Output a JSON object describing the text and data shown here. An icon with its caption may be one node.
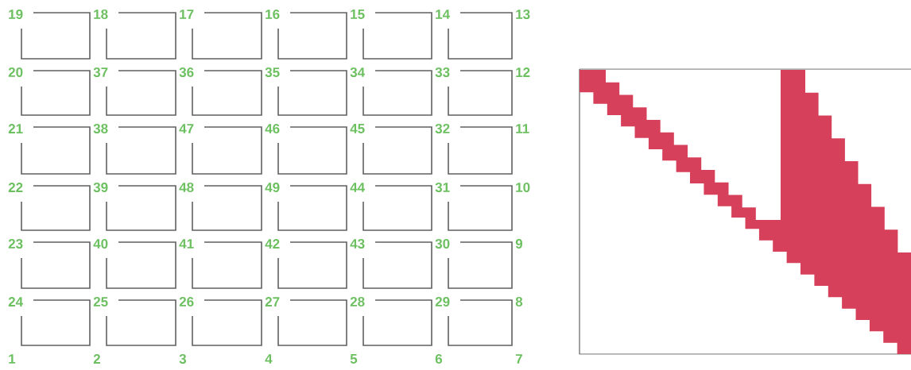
{
  "diagram": {
    "labels": [
      "19",
      "18",
      "17",
      "16",
      "15",
      "14",
      "13",
      "20",
      "37",
      "36",
      "35",
      "34",
      "33",
      "12",
      "21",
      "38",
      "47",
      "46",
      "45",
      "32",
      "11",
      "22",
      "39",
      "48",
      "49",
      "44",
      "31",
      "10",
      "23",
      "40",
      "41",
      "42",
      "43",
      "30",
      "9",
      "24",
      "25",
      "26",
      "27",
      "28",
      "29",
      "8",
      "1",
      "2",
      "3",
      "4",
      "5",
      "6",
      "7"
    ]
  }
}
